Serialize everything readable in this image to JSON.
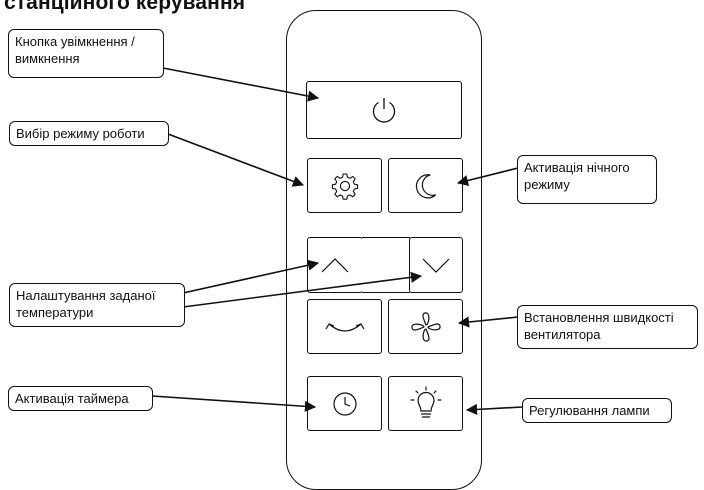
{
  "title": "станційного керування",
  "buttons": {
    "power": {
      "icon": "power-icon"
    },
    "mode": {
      "icon": "gear-icon"
    },
    "night": {
      "icon": "moon-icon"
    },
    "temp_up": {
      "icon": "chevron-up-icon"
    },
    "temp_down": {
      "icon": "chevron-down-icon"
    },
    "swing": {
      "icon": "swing-arrows-icon"
    },
    "fan": {
      "icon": "fan-icon"
    },
    "timer": {
      "icon": "clock-icon"
    },
    "lamp": {
      "icon": "lightbulb-icon"
    }
  },
  "callouts": {
    "power": "Кнопка увімкнення / вимкнення",
    "mode": "Вибір режиму роботи",
    "night": "Активація нічного режиму",
    "temperature": "Налаштування заданої температури",
    "fan_speed": "Встановлення швидкості вентилятора",
    "timer": "Активація таймера",
    "lamp": "Регулювання лампи"
  }
}
